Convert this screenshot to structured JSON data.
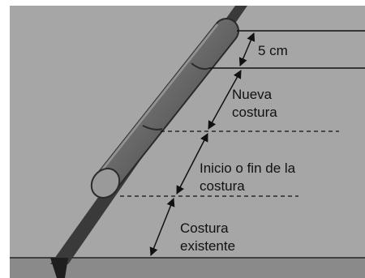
{
  "labels": {
    "dimension": "5 cm",
    "new_seam": [
      "Nueva",
      "costura"
    ],
    "seam_start_end": [
      "Inicio o fin de la",
      "costura"
    ],
    "existing_seam": [
      "Costura",
      "existente"
    ]
  },
  "colors": {
    "background": "#a6a6a6",
    "metal_bar": "#3a3a3a",
    "bead": "#5a5a5a",
    "reference_line": "#111111"
  }
}
